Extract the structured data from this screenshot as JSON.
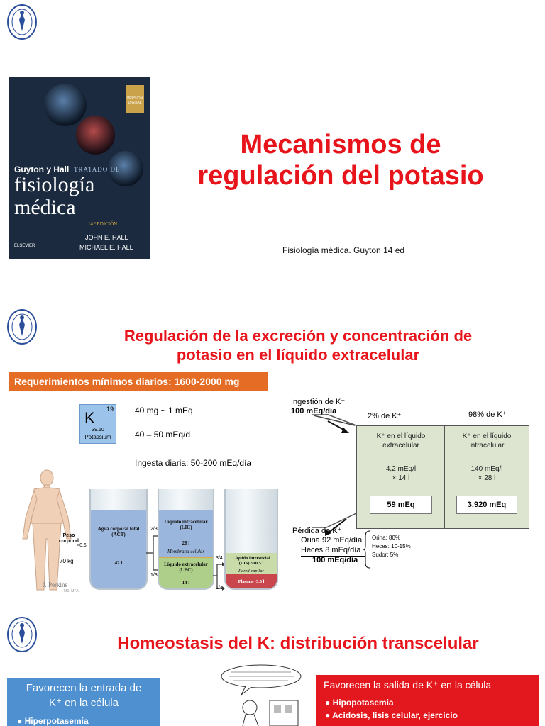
{
  "slide1": {
    "title_line1": "Mecanismos de",
    "title_line2": "regulación del potasio",
    "source": "Fisiología médica. Guyton 14 ed",
    "book": {
      "brand": "Guyton y Hall",
      "series": "TRATADO DE",
      "title_line1": "fisiología",
      "title_line2": "médica",
      "edition": "14.ª EDICIÓN",
      "author1": "JOHN E. HALL",
      "author2": "MICHAEL E. HALL",
      "digital_badge": "VERSIÓN DIGITAL",
      "publisher": "ELSEVIER"
    }
  },
  "slide2": {
    "title_line1": "Regulación de la excreción y concentración de",
    "title_line2": "potasio en el líquido extracelular",
    "requirement_banner": "Requerimientos mínimos diarios: 1600-2000 mg",
    "element": {
      "symbol": "K",
      "number": "19",
      "mass": "39.10",
      "name": "Potassium"
    },
    "facts": [
      "40 mg ~ 1 mEq",
      "40 – 50 mEq/d",
      "Ingesta diaria: 50-200 mEq/día"
    ],
    "body": {
      "weight_label": "Peso corporal",
      "factor": "×0,6",
      "weight": "70 kg",
      "artist": "J. Perkins",
      "artist_credit": "MS, MFA"
    },
    "beakers": {
      "act_label": "Agua corporal total (ACT)",
      "act_value": "42 l",
      "frac_two_thirds": "2/3",
      "frac_one_third": "1/3",
      "lic_label": "Líquido intracelular (LIC)",
      "lic_value": "28 l",
      "membrane": "Membrana celular",
      "lec_label": "Líquido extracelular (LEC)",
      "lec_value": "14 l",
      "frac_three_quarters": "3/4",
      "frac_one_quarter": "1/4",
      "interstitial": "Líquido intersticial (LIS) ~10,5 l",
      "capillary": "Pared capilar",
      "plasma": "Plasma ~3,5 l"
    },
    "distribution": {
      "intake_label": "Ingestión de K⁺",
      "intake_value": "100 mEq/día",
      "pct_ecf": "2% de K⁺",
      "pct_icf": "98% de K⁺",
      "ecf_label": "K⁺ en el líquido extracelular",
      "ecf_calc_line1": "4,2 mEq/l",
      "ecf_calc_line2": "× 14 l",
      "ecf_total": "59 mEq",
      "icf_label": "K⁺ en el líquido intracelular",
      "icf_calc_line1": "140 mEq/l",
      "icf_calc_line2": "× 28 l",
      "icf_total": "3.920 mEq",
      "loss_label": "Pérdida de K⁺",
      "urine": "Orina 92 mEq/día",
      "feces": "Heces 8 mEq/día",
      "loss_total": "100 mEq/día",
      "breakdown": [
        "Orina: 80%",
        "Heces: 10-15%",
        "Sudor: 5%"
      ]
    }
  },
  "slide3": {
    "title": "Homeostasis del K: distribución transcelular",
    "left_panel": {
      "title_line1": "Favorecen la entrada de",
      "title_line2": "K⁺ en la célula",
      "items": [
        "Hiperpotasemia"
      ]
    },
    "right_panel": {
      "title": "Favorecen la salida de K⁺ en la célula",
      "items": [
        "Hipopotasemia",
        "Acidosis, lisis celular, ejercicio"
      ]
    }
  },
  "colors": {
    "title_red": "#e8141b",
    "banner_orange": "#e46c24",
    "panel_blue": "#4f91d0",
    "panel_red": "#e2181e",
    "compartment_green": "#dde4cf"
  }
}
